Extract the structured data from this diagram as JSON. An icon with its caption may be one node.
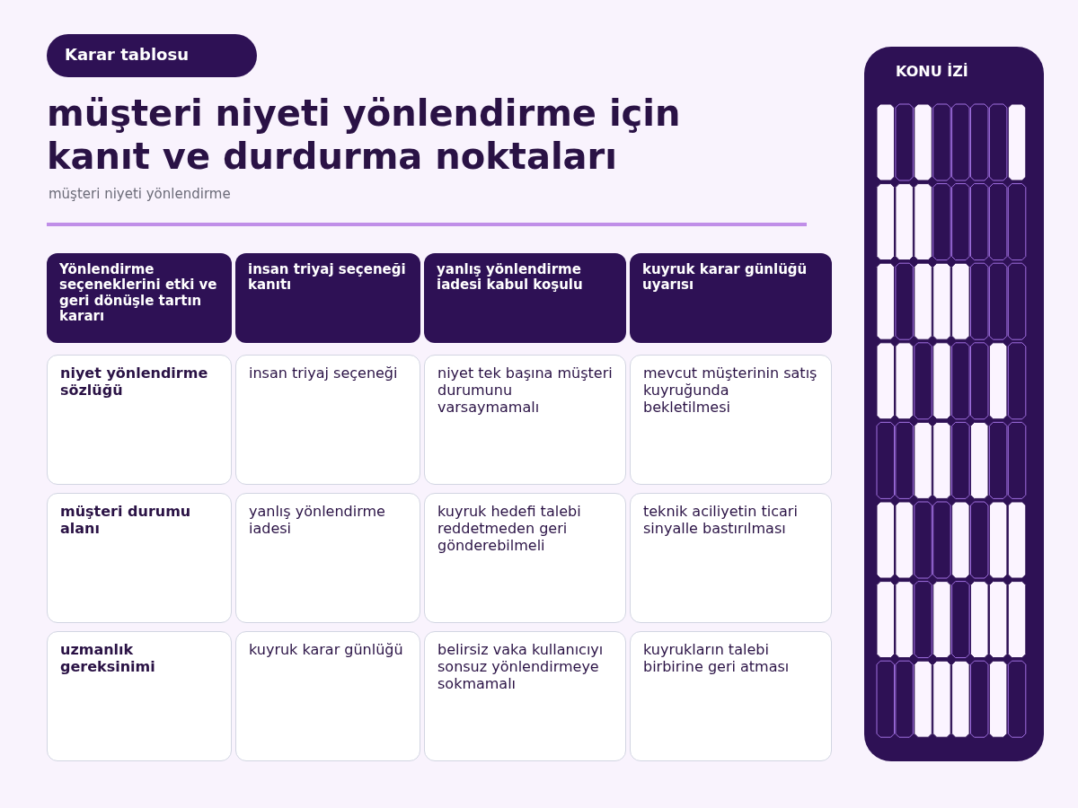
{
  "diagram": {
    "title": "müşteri niyeti yönlendirme için kanıt ve durdurma noktaları",
    "labels": [
      "Karar tablosu",
      "müşteri niyeti yönlendirme",
      "Yönlendirme seçeneklerini etki ve geri dönüşle tartın kararı",
      "insan triyaj seçeneği kanıtı",
      "yanlış yönlendirme iadesi kabul koşulu",
      "kuyruk karar günlüğü uyarısı",
      "niyet yönlendirme sözlüğü",
      "insan triyaj seçeneği",
      "niyet tek başına müşteri durumunu varsaymamalı",
      "mevcut müşterinin satış kuyruğunda bekletilmesi",
      "müşteri durumu alanı",
      "yanlış yönlendirme iadesi",
      "kuyruk hedefi talebi reddetmeden geri gönderebilmeli",
      "teknik aciliyetin ticari sinyalle bastırılması",
      "uzmanlık gereksinimi",
      "kuyruk karar günlüğü",
      "belirsiz vaka kullanıcıyı sonsuz yönlendirmeye sokmamalı",
      "kuyrukların talebi birbirine geri atması",
      "KONU İZİ"
    ]
  }
}
